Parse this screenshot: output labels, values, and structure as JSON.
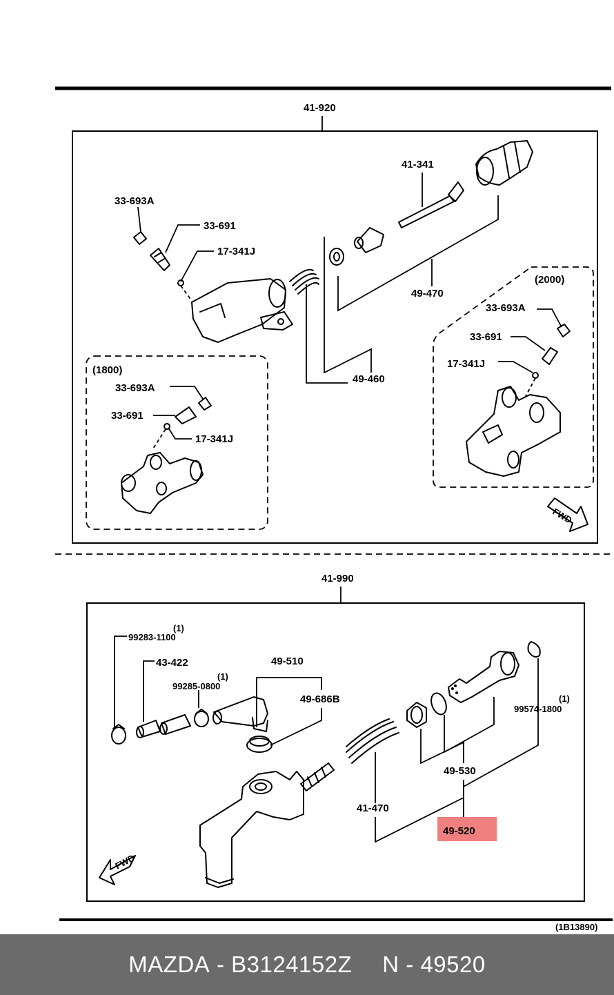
{
  "diagram": {
    "labels": {
      "assembly_top": "41-920",
      "assembly_bottom": "41-990",
      "reference": "(1B13890)",
      "fwd_text": "FWD",
      "variant_2000": "(2000)",
      "variant_1800": "(1800)"
    },
    "top_parts": {
      "p33693a": "33-693A",
      "p33691": "33-691",
      "p17341j": "17-341J",
      "p41341": "41-341",
      "p49470": "49-470",
      "p49460": "49-460"
    },
    "variant_2000_parts": {
      "p33693a": "33-693A",
      "p33691": "33-691",
      "p17341j": "17-341J"
    },
    "variant_1800_parts": {
      "p33693a": "33-693A",
      "p33691": "33-691",
      "p17341j": "17-341J"
    },
    "bottom_parts": {
      "p99283": "99283-1100",
      "p99283_qty": "(1)",
      "p43422": "43-422",
      "p99285": "99285-0800",
      "p99285_qty": "(1)",
      "p49510": "49-510",
      "p49686b": "49-686B",
      "p99574": "99574-1800",
      "p99574_qty": "(1)",
      "p49530": "49-530",
      "p41470": "41-470",
      "p49520": "49-520"
    },
    "highlight_color": "#f08080"
  },
  "footer": {
    "brand": "MAZDA",
    "dash1": "-",
    "part_number": "B3124152Z",
    "prefix": "N",
    "dash2": "-",
    "ref": "49520"
  }
}
